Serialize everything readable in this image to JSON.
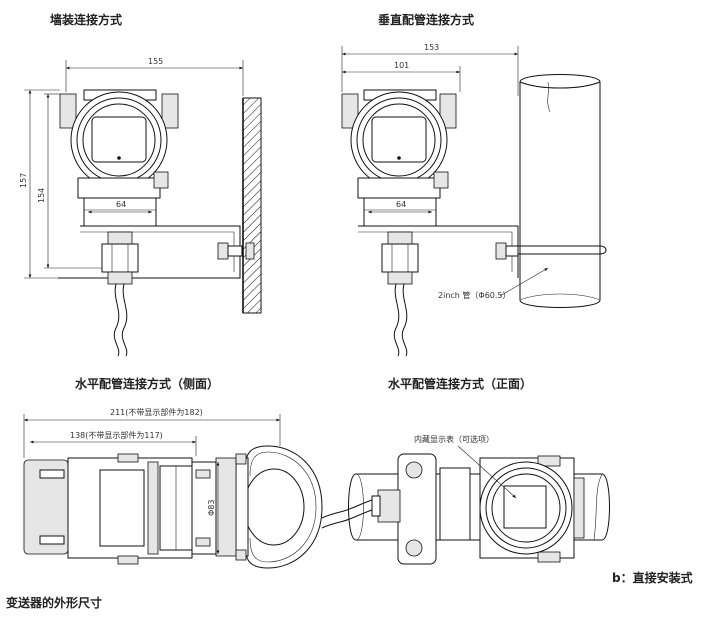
{
  "titles": {
    "wall": "墙装连接方式",
    "vertical": "垂直配管连接方式",
    "horiz_side": "水平配管连接方式（侧面）",
    "horiz_front": "水平配管连接方式（正面）"
  },
  "wall_view": {
    "width": "155",
    "height_total": "157",
    "height_inner": "154",
    "window": "64"
  },
  "vertical_view": {
    "width_total": "153",
    "width_inner": "101",
    "window": "64",
    "pipe_label": "2inch 管（Φ60.5）"
  },
  "side_view": {
    "length_total": "211(不带显示部件为182)",
    "length_inner": "138(不带显示部件为117)",
    "pipe_dia": "Φ83"
  },
  "front_view": {
    "display_label": "内藏显示表（可选项）"
  },
  "caption_b": "b：直接安装式",
  "caption_main": "变送器的外形尺寸"
}
